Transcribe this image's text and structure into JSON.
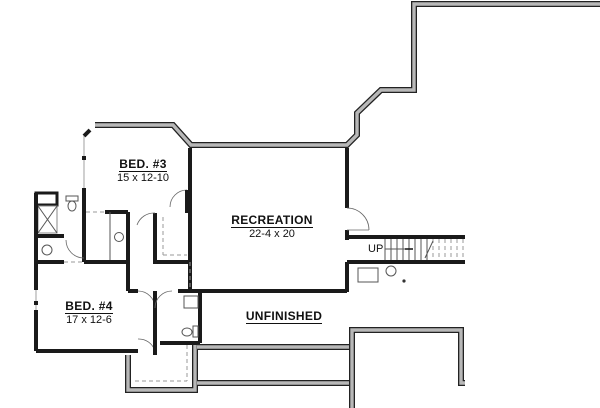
{
  "floor_plan": {
    "rooms": [
      {
        "id": "bed3",
        "name": "BED. #3",
        "dimensions": "15 x 12-10"
      },
      {
        "id": "recreation",
        "name": "RECREATION",
        "dimensions": "22-4 x 20"
      },
      {
        "id": "bed4",
        "name": "BED. #4",
        "dimensions": "17 x 12-6"
      },
      {
        "id": "unfinished",
        "name": "UNFINISHED",
        "dimensions": ""
      }
    ],
    "stair_label": "UP",
    "colors": {
      "wall_fill": "#b8b8b8",
      "wall_outline": "#222222",
      "interior_wall": "#1a1a1a",
      "dashed": "#999999",
      "background": "#ffffff"
    }
  }
}
